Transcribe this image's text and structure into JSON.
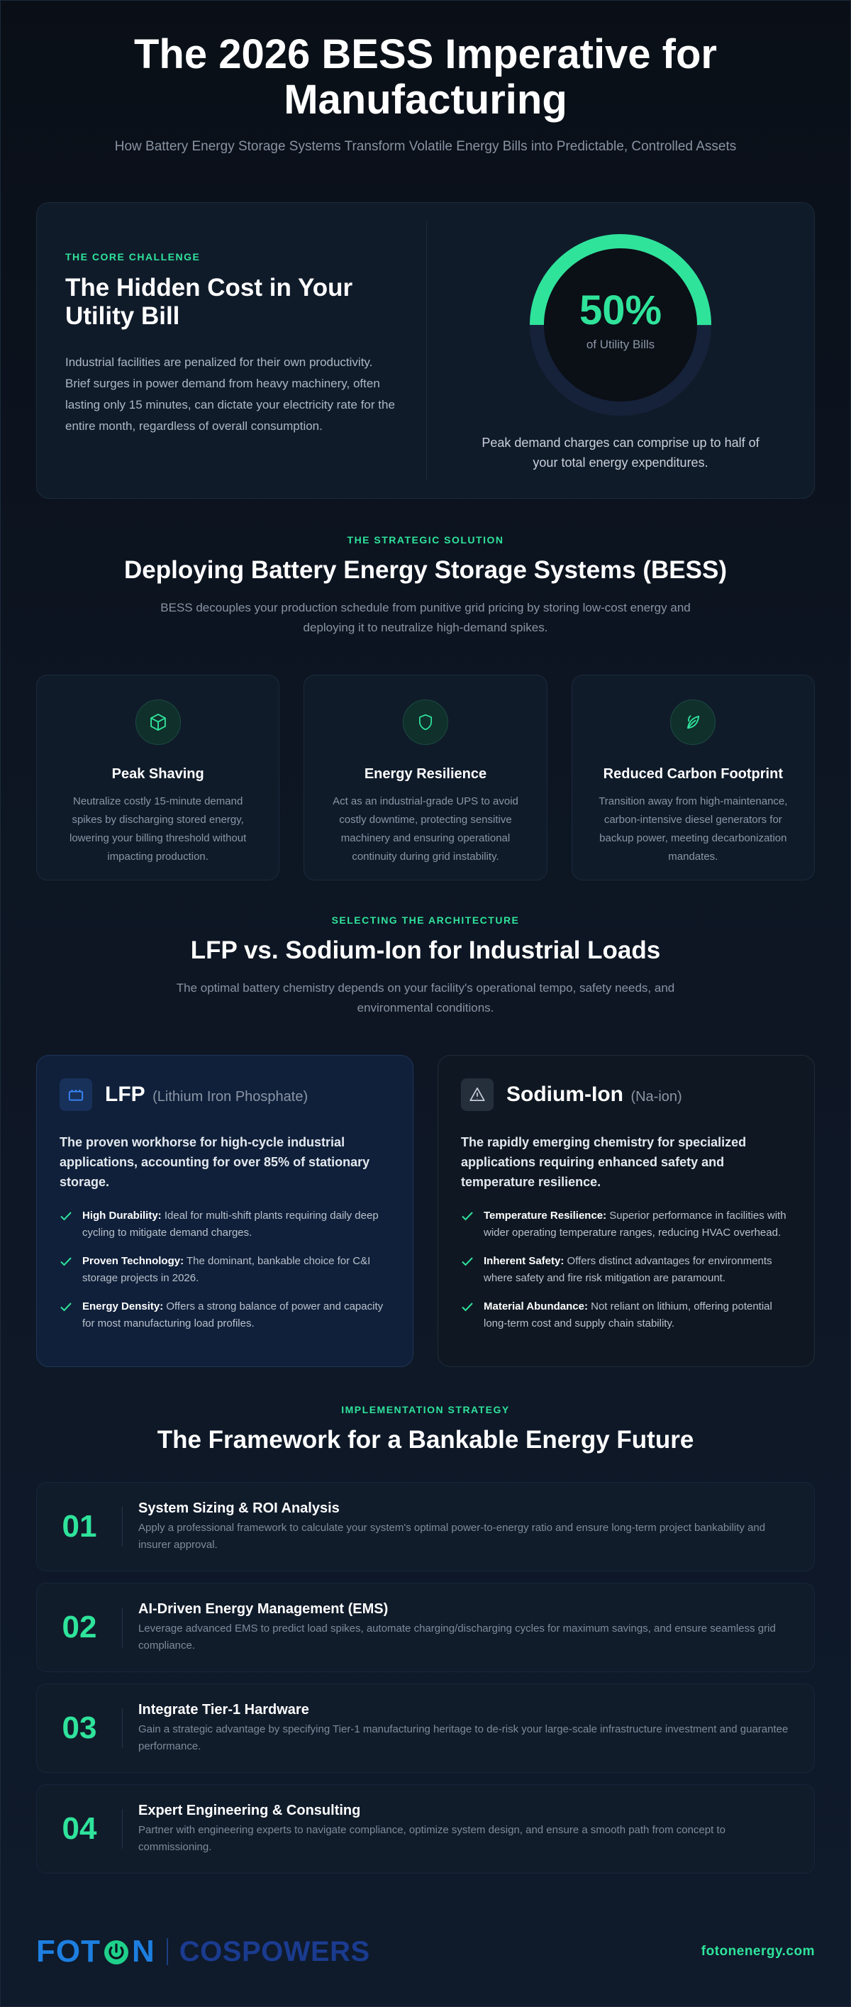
{
  "hero": {
    "title": "The 2026 BESS Imperative for Manufacturing",
    "subtitle": "How Battery Energy Storage Systems Transform Volatile Energy Bills into Predictable, Controlled Assets"
  },
  "challenge": {
    "eyebrow": "THE CORE CHALLENGE",
    "title": "The Hidden Cost in Your Utility Bill",
    "body": "Industrial facilities are penalized for their own productivity. Brief surges in power demand from heavy machinery, often lasting only 15 minutes, can dictate your electricity rate for the entire month, regardless of overall consumption.",
    "gauge_value": "50%",
    "gauge_fraction": 0.5,
    "gauge_label": "of Utility Bills",
    "caption": "Peak demand charges can comprise up to half of your total energy expenditures."
  },
  "solution": {
    "eyebrow": "THE STRATEGIC SOLUTION",
    "title": "Deploying Battery Energy Storage Systems (BESS)",
    "body": "BESS decouples your production schedule from punitive grid pricing by storing low-cost energy and deploying it to neutralize high-demand spikes.",
    "benefits": [
      {
        "icon": "cube-icon",
        "title": "Peak Shaving",
        "body": "Neutralize costly 15-minute demand spikes by discharging stored energy, lowering your billing threshold without impacting production."
      },
      {
        "icon": "shield-icon",
        "title": "Energy Resilience",
        "body": "Act as an industrial-grade UPS to avoid costly downtime, protecting sensitive machinery and ensuring operational continuity during grid instability."
      },
      {
        "icon": "leaf-icon",
        "title": "Reduced Carbon Footprint",
        "body": "Transition away from high-maintenance, carbon-intensive diesel generators for backup power, meeting decarbonization mandates."
      }
    ]
  },
  "architecture": {
    "eyebrow": "SELECTING THE ARCHITECTURE",
    "title": "LFP vs. Sodium-Ion for Industrial Loads",
    "body": "The optimal battery chemistry depends on your facility's operational tempo, safety needs, and environmental conditions.",
    "lfp": {
      "icon": "battery-icon",
      "name": "LFP",
      "sub": "(Lithium Iron Phosphate)",
      "lead": "The proven workhorse for high-cycle industrial applications, accounting for over 85% of stationary storage.",
      "items": [
        {
          "label": "High Durability:",
          "text": " Ideal for multi-shift plants requiring daily deep cycling to mitigate demand charges."
        },
        {
          "label": "Proven Technology:",
          "text": " The dominant, bankable choice for C&I storage projects in 2026."
        },
        {
          "label": "Energy Density:",
          "text": " Offers a strong balance of power and capacity for most manufacturing load profiles."
        }
      ]
    },
    "na": {
      "icon": "warning-icon",
      "name": "Sodium-Ion",
      "sub": "(Na-ion)",
      "lead": "The rapidly emerging chemistry for specialized applications requiring enhanced safety and temperature resilience.",
      "items": [
        {
          "label": "Temperature Resilience:",
          "text": " Superior performance in facilities with wider operating temperature ranges, reducing HVAC overhead."
        },
        {
          "label": "Inherent Safety:",
          "text": " Offers distinct advantages for environments where safety and fire risk mitigation are paramount."
        },
        {
          "label": "Material Abundance:",
          "text": " Not reliant on lithium, offering potential long-term cost and supply chain stability."
        }
      ]
    }
  },
  "implementation": {
    "eyebrow": "IMPLEMENTATION STRATEGY",
    "title": "The Framework for a Bankable Energy Future",
    "steps": [
      {
        "num": "01",
        "title": "System Sizing & ROI Analysis",
        "desc": "Apply a professional framework to calculate your system's optimal power-to-energy ratio and ensure long-term project bankability and insurer approval."
      },
      {
        "num": "02",
        "title": "AI-Driven Energy Management (EMS)",
        "desc": "Leverage advanced EMS to predict load spikes, automate charging/discharging cycles for maximum savings, and ensure seamless grid compliance."
      },
      {
        "num": "03",
        "title": "Integrate Tier-1 Hardware",
        "desc": "Gain a strategic advantage by specifying Tier-1 manufacturing heritage to de-risk your large-scale infrastructure investment and guarantee performance."
      },
      {
        "num": "04",
        "title": "Expert Engineering & Consulting",
        "desc": "Partner with engineering experts to navigate compliance, optimize system design, and ensure a smooth path from concept to commissioning."
      }
    ]
  },
  "footer": {
    "brand_left_a": "FOT",
    "brand_left_b": "N",
    "brand_right": "COSPOWERS",
    "website": "fotonenergy.com"
  },
  "colors": {
    "accent": "#2fe39b",
    "brand_blue": "#1d7fe0",
    "brand_navy": "#1a3b8f"
  }
}
